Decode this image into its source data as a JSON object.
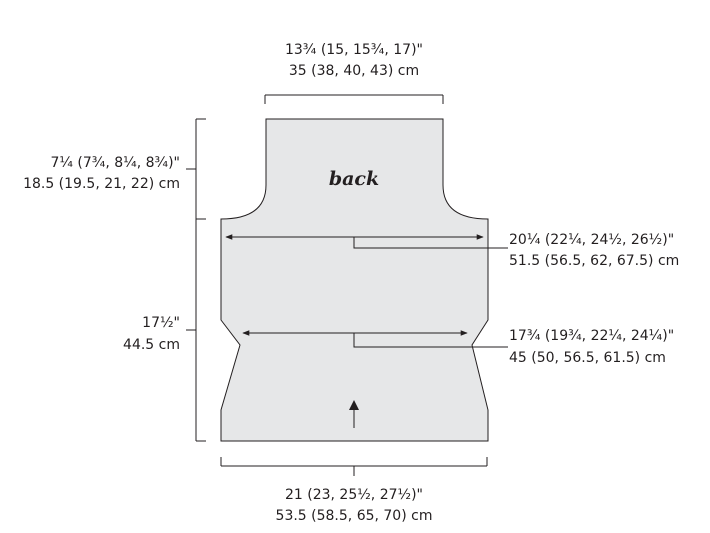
{
  "piece_label": "back",
  "top_width": {
    "imperial": "13¾ (15, 15¾, 17)\"",
    "metric": "35 (38, 40, 43) cm"
  },
  "armhole_depth": {
    "imperial": "7¼ (7¾, 8¼, 8¾)\"",
    "metric": "18.5 (19.5, 21, 22) cm"
  },
  "side_length": {
    "imperial": "17½\"",
    "metric": "44.5 cm"
  },
  "bust_width": {
    "imperial": "20¼ (22¼, 24½, 26½)\"",
    "metric": "51.5 (56.5, 62, 67.5) cm"
  },
  "waist_width": {
    "imperial": "17¾ (19¾, 22¼, 24¼)\"",
    "metric": "45 (50, 56.5, 61.5) cm"
  },
  "hem_width": {
    "imperial": "21 (23, 25½, 27½)\"",
    "metric": "53.5 (58.5, 65, 70) cm"
  },
  "colors": {
    "piece_fill": "#e6e7e8",
    "line": "#231f20",
    "background": "#ffffff"
  },
  "icons": {
    "direction": "knitting-direction-arrow-icon"
  }
}
